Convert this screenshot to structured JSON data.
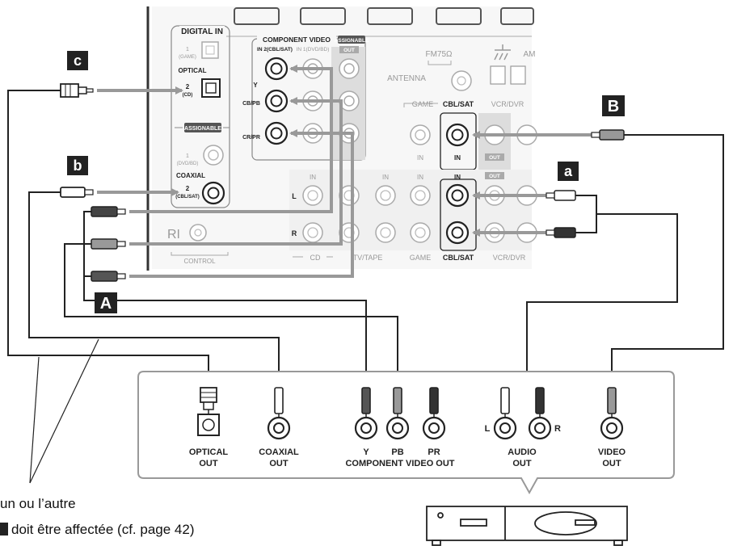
{
  "receiver": {
    "digital_in": "DIGITAL IN",
    "opt1_num": "1",
    "opt1_sub": "(GAME)",
    "optical": "OPTICAL",
    "opt2_num": "2",
    "opt2_sub": "(CD)",
    "assignable": "ASSIGNABLE",
    "coax1_num": "1",
    "coax1_sub": "(DVD/BD)",
    "coaxial": "COAXIAL",
    "coax2_num": "2",
    "coax2_sub": "(CBL/SAT)",
    "component_video": "COMPONENT VIDEO",
    "comp_assignable": "ASSIGNABLE",
    "comp_in2": "IN 2(CBL/SAT)",
    "comp_in1": "IN 1(DVD/BD)",
    "comp_out": "OUT",
    "y": "Y",
    "cbpb": "CB/PB",
    "crpr": "CR/PR",
    "fm": "FM75Ω",
    "am": "AM",
    "antenna": "ANTENNA",
    "game": "GAME",
    "cbl_sat": "CBL/SAT",
    "vcr_dvr": "VCR/DVR",
    "in": "IN",
    "out": "OUT",
    "l": "L",
    "r": "R",
    "cd": "CD",
    "tv_tape": "TV/TAPE",
    "game_bottom": "GAME",
    "cbl_sat_bottom": "CBL/SAT",
    "vcr_dvr_bottom": "VCR/DVR",
    "ri": "RI",
    "control": "CONTROL"
  },
  "labels": {
    "a": "a",
    "b": "b",
    "c": "c",
    "A": "A",
    "B": "B"
  },
  "source": {
    "optical_out": [
      "OPTICAL",
      "OUT"
    ],
    "coaxial_out": [
      "COAXIAL",
      "OUT"
    ],
    "y": "Y",
    "pb": "PB",
    "pr": "PR",
    "component_video_out": "COMPONENT VIDEO OUT",
    "audio_l": "L",
    "audio_r": "R",
    "audio_out": [
      "AUDIO",
      "OUT"
    ],
    "video_out": [
      "VIDEO",
      "OUT"
    ]
  },
  "notes": {
    "line1": "un ou l’autre",
    "line2": "doit être affectée (cf. page 42)"
  }
}
